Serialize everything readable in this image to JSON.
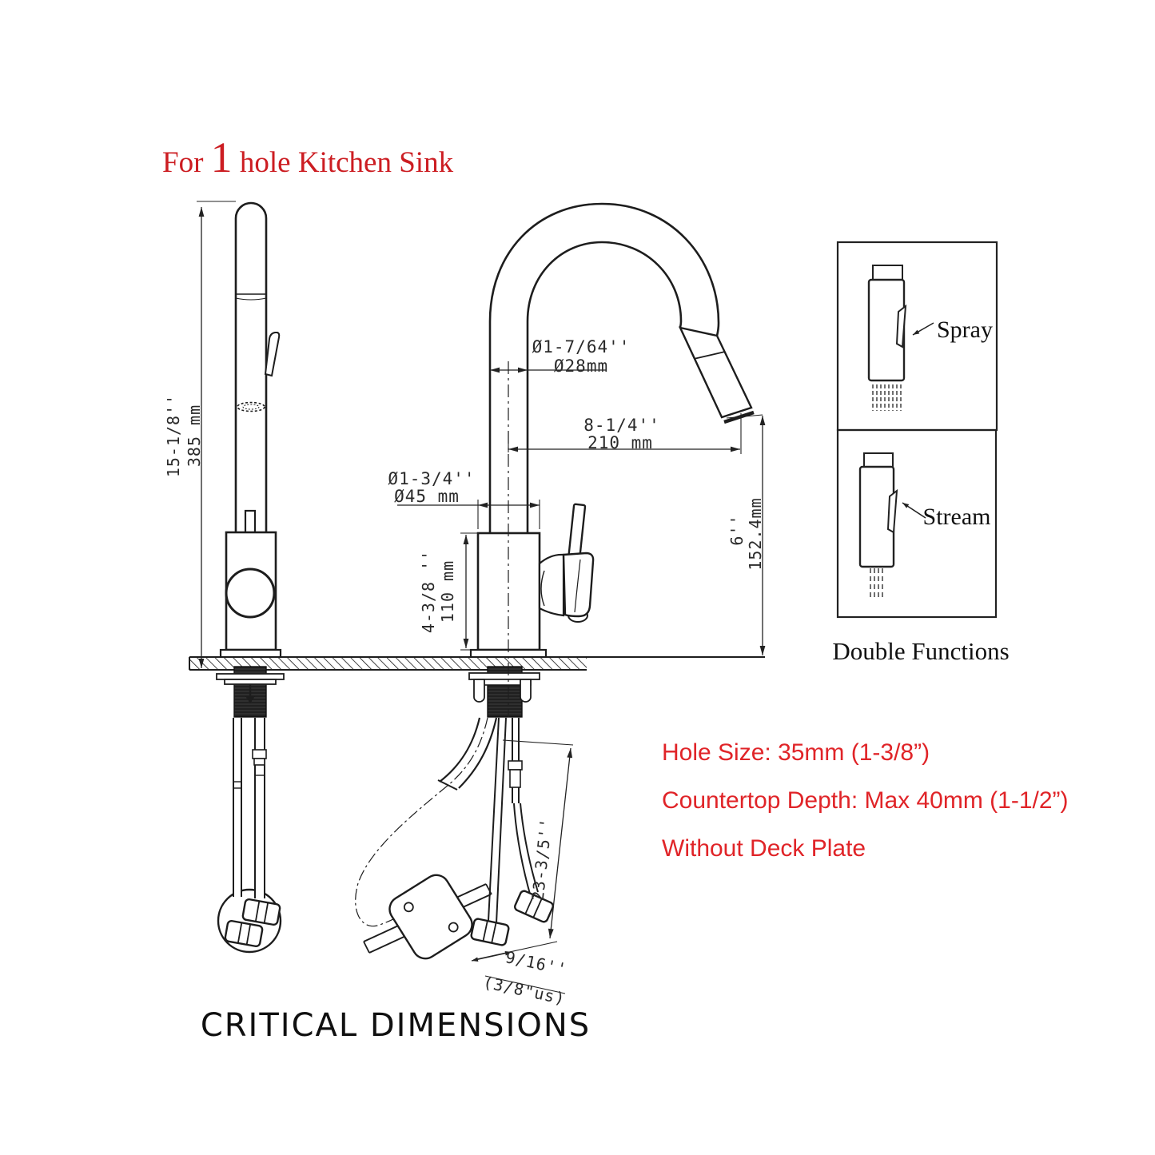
{
  "title": {
    "prefix": "For ",
    "hole_number": "1",
    "suffix": " hole Kitchen Sink"
  },
  "dimensions": {
    "overall_height_in": "15-1/8''",
    "overall_height_mm": "385 mm",
    "spout_diameter_in": "Ø1-7/64''",
    "spout_diameter_mm": "Ø28mm",
    "spout_reach_in": "8-1/4''",
    "spout_reach_mm": "210 mm",
    "body_diameter_in": "Ø1-3/4''",
    "body_diameter_mm": "Ø45 mm",
    "base_height_in": "4-3/8 ''",
    "base_height_mm": "110 mm",
    "outlet_height_in": "6''",
    "outlet_height_mm": "152.4mm",
    "hose_length_in": "23-3/5''",
    "hose_connector_in": "9/16''",
    "hose_connector_note": "(3/8\"us)"
  },
  "functions_panel": {
    "spray_label": "Spray",
    "stream_label": "Stream",
    "caption": "Double Functions"
  },
  "notes": {
    "hole_size": "Hole Size: 35mm (1-3/8”)",
    "countertop_depth": "Countertop Depth: Max 40mm (1-1/2”)",
    "deck_plate": "Without Deck Plate"
  },
  "footer": {
    "caption": "CRITICAL DIMENSIONS"
  },
  "colors": {
    "title_red": "#cc1d22",
    "note_red": "#e02428",
    "ink": "#1d1d1d"
  }
}
